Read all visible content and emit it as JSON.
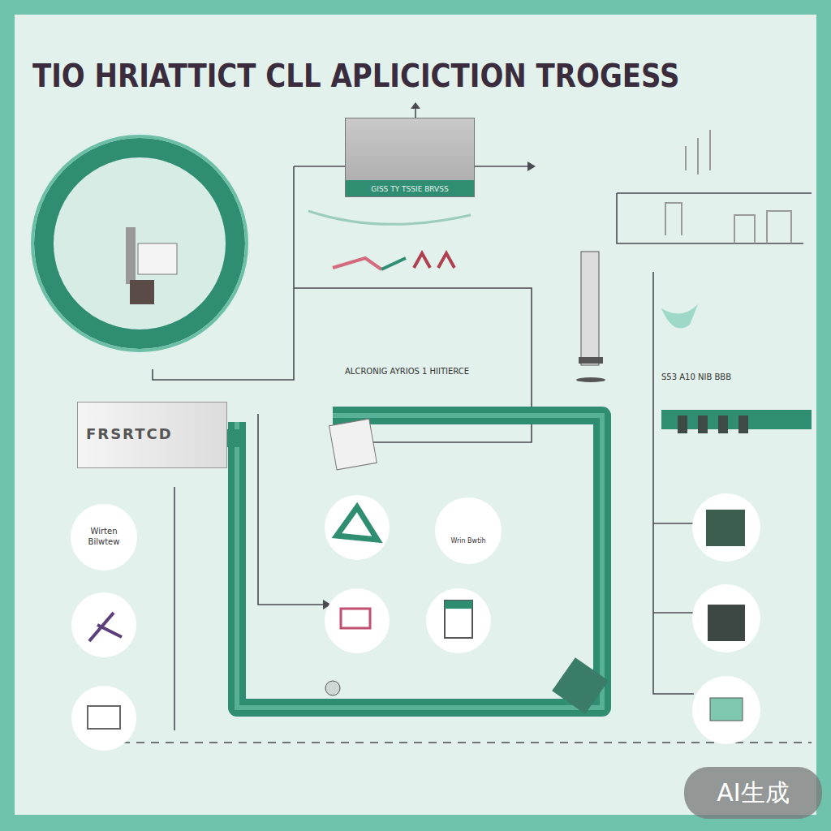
{
  "diagram": {
    "title": "TIO HRIATTICT CLL APLICICTION TROGESS",
    "nodes": [
      {
        "text": [
          "GISS TY TSSIE BRVSS"
        ]
      },
      {
        "text": [
          "FRSRTCD"
        ]
      },
      {
        "text": [
          "Wirten Bilwtew"
        ]
      },
      {
        "text": [
          "Wrin Bwtih"
        ]
      }
    ],
    "labels": [
      "ALCRONIG AYRIOS 1 HIITIERCE",
      "S53 A10 NIB BBB",
      "AI生成"
    ]
  }
}
